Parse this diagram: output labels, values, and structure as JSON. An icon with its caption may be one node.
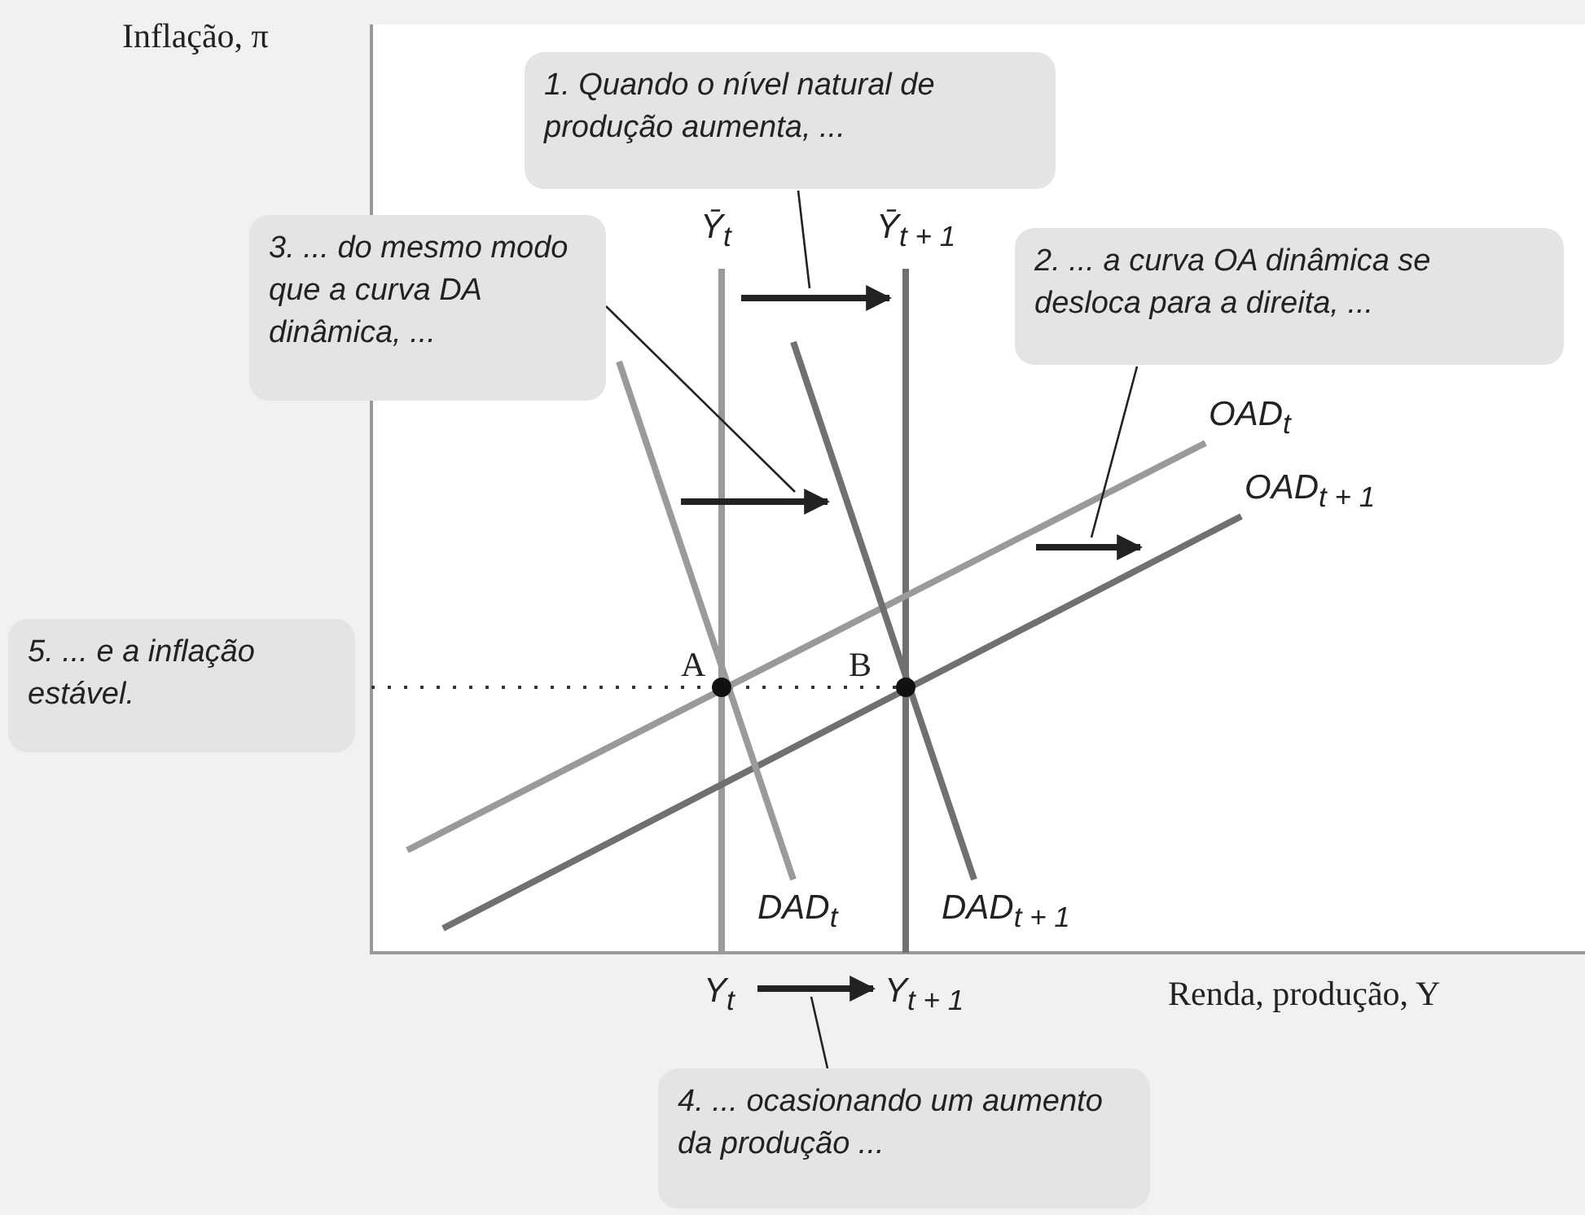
{
  "diagram": {
    "nodes": [
      {
        "text": [
          "1. Quando o nível natural de produção aumenta, ..."
        ]
      },
      {
        "text": [
          "3. ... do mesmo modo que a curva DA dinâmica, ..."
        ]
      },
      {
        "text": [
          "2. ... a curva OA dinâmica se desloca para a direita, ..."
        ]
      },
      {
        "text": [],
        "shape": "arrow"
      },
      {
        "text": [],
        "shape": "arrow"
      },
      {
        "text": [],
        "shape": "arrow"
      },
      {
        "text": [
          "5. ... e a inflação estável."
        ]
      },
      {
        "text": [],
        "shape": "arrow"
      },
      {
        "text": [
          "4. ... ocasionando um aumento da produção ..."
        ]
      }
    ],
    "edges": [
      {
        "from": 0,
        "to": 3,
        "arrow": "none"
      },
      {
        "from": 1,
        "to": 4,
        "arrow": "none"
      },
      {
        "from": 2,
        "to": 5,
        "arrow": "none"
      },
      {
        "from": 8,
        "to": 7,
        "arrow": "none"
      }
    ],
    "labels": [
      "Inflação, π",
      "Ȳ$_{t}$",
      "Ȳ$_{t + 1}$",
      "OAD$_{t}$",
      "OAD$_{t + 1}$",
      "A",
      "B",
      "DAD$_{t}$",
      "DAD$_{t + 1}$",
      "Y$_{t}$",
      "Y$_{t + 1}$",
      "Renda, produção, Y"
    ]
  }
}
